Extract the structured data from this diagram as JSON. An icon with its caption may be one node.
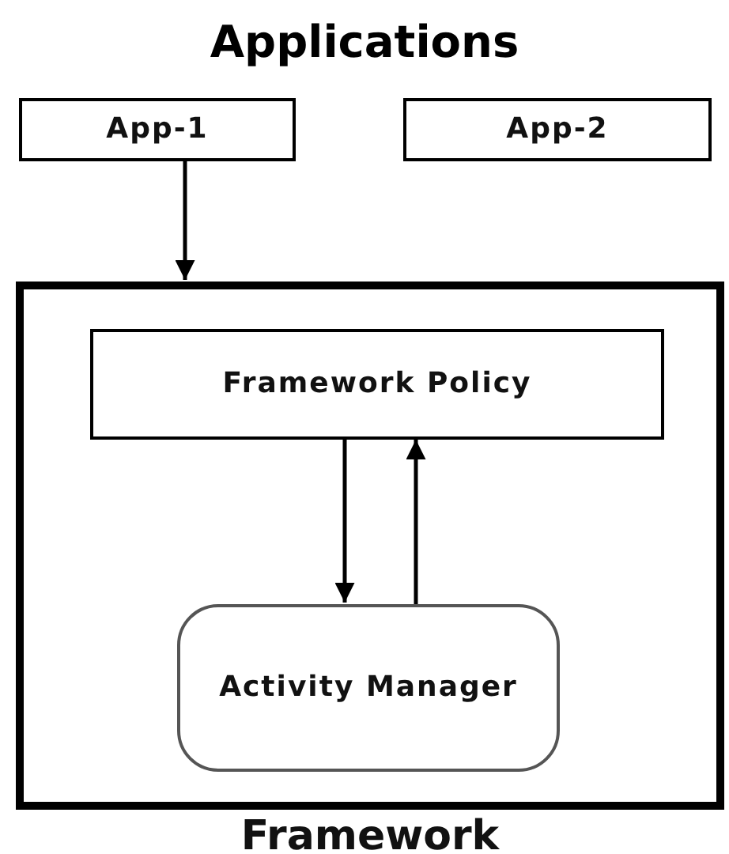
{
  "diagram": {
    "title": "Applications",
    "nodes": [
      {
        "text": [
          "App-1"
        ]
      },
      {
        "text": [
          "App-2"
        ]
      },
      {
        "text": [
          "Framework"
        ]
      },
      {
        "text": [
          "Framework Policy"
        ],
        "in": 2
      },
      {
        "text": [
          "Activity Manager"
        ],
        "in": 2
      }
    ],
    "edges": [
      {
        "from": 0,
        "to": 2,
        "arrow": "to"
      },
      {
        "from": 3,
        "to": 4,
        "arrow": "to"
      },
      {
        "from": 4,
        "to": 3,
        "arrow": "to"
      }
    ]
  }
}
